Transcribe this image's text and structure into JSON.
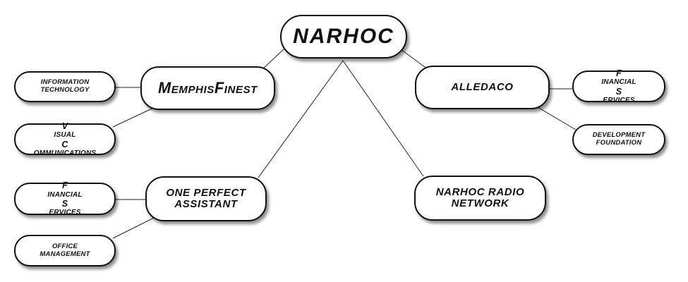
{
  "root": {
    "label": "NARHOC"
  },
  "branches": {
    "memphis": {
      "label_parts": [
        {
          "text": "M",
          "style": "big"
        },
        {
          "text": "EMPHIS",
          "style": "small"
        },
        {
          "text": "F",
          "style": "big"
        },
        {
          "text": "INEST",
          "style": "small"
        }
      ],
      "children": {
        "it": {
          "lines": [
            "INFORMATION",
            "TECHNOLOGY"
          ]
        },
        "vc": {
          "line1_parts": [
            {
              "text": "V",
              "style": "mid"
            },
            {
              "text": "ISUAL",
              "style": "small"
            }
          ],
          "line2_parts": [
            {
              "text": "C",
              "style": "mid"
            },
            {
              "text": "OMMUNICATIONS",
              "style": "small"
            }
          ]
        }
      }
    },
    "alledaco": {
      "label": "ALLEDACO",
      "children": {
        "fs": {
          "line1_parts": [
            {
              "text": "F",
              "style": "mid"
            },
            {
              "text": "INANCIAL",
              "style": "small"
            }
          ],
          "line2_parts": [
            {
              "text": "S",
              "style": "mid"
            },
            {
              "text": "ERVICES",
              "style": "small"
            }
          ]
        },
        "dev": {
          "lines": [
            "DEVELOPMENT",
            "FOUNDATION"
          ]
        }
      }
    },
    "opa": {
      "lines": [
        "ONE PERFECT",
        "ASSISTANT"
      ],
      "children": {
        "fs": {
          "line1_parts": [
            {
              "text": "F",
              "style": "mid"
            },
            {
              "text": "INANCIAL",
              "style": "small"
            }
          ],
          "line2_parts": [
            {
              "text": "S",
              "style": "mid"
            },
            {
              "text": "ERVICES",
              "style": "small"
            }
          ]
        },
        "om": {
          "lines": [
            "OFFICE",
            "MANAGEMENT"
          ]
        }
      }
    },
    "radio": {
      "lines": [
        "NARHOC RADIO",
        "NETWORK"
      ]
    }
  },
  "colors": {
    "stroke": "#111111",
    "fill": "#ffffff",
    "line": "#222222"
  }
}
